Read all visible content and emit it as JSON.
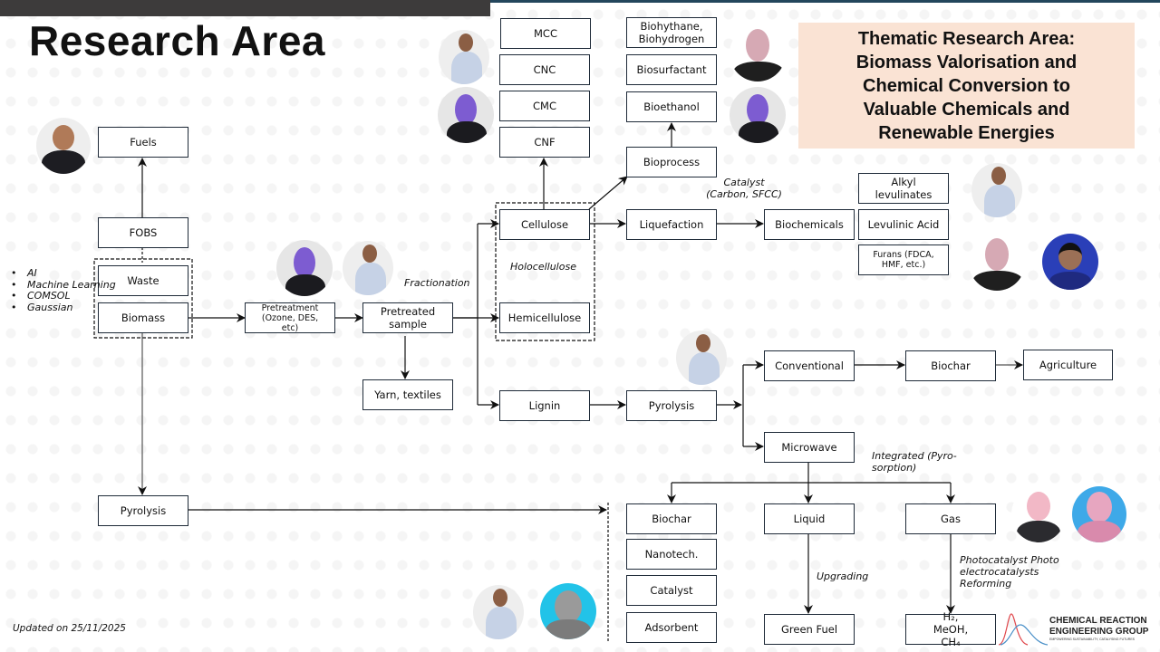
{
  "page": {
    "title": "Research Area",
    "theme": "Thematic Research Area: Biomass Valorisation and Chemical Conversion to Valuable Chemicals and Renewable Energies",
    "updated": "Updated on 25/11/2025"
  },
  "tools": [
    "AI",
    "Machine Learning",
    "COMSOL",
    "Gaussian"
  ],
  "nodes": {
    "fuels": "Fuels",
    "fobs": "FOBS",
    "waste": "Waste",
    "biomass": "Biomass",
    "pretreatment": "Pretreatment (Ozone, DES, etc)",
    "pretreated_sample": "Pretreated sample",
    "yarn": "Yarn, textiles",
    "pyrolysis_left": "Pyrolysis",
    "cellulose": "Cellulose",
    "hemicellulose": "Hemicellulose",
    "lignin": "Lignin",
    "mcc": "MCC",
    "cnc": "CNC",
    "cmc": "CMC",
    "cnf": "CNF",
    "biohythane": "Biohythane, Biohydrogen",
    "biosurfactant": "Biosurfactant",
    "bioethanol": "Bioethanol",
    "bioprocess": "Bioprocess",
    "liquefaction": "Liquefaction",
    "biochemicals": "Biochemicals",
    "alkyl": "Alkyl levulinates",
    "levulinic": "Levulinic Acid",
    "furans": "Furans (FDCA, HMF, etc.)",
    "pyrolysis_mid": "Pyrolysis",
    "conventional": "Conventional",
    "biochar_top": "Biochar",
    "agriculture": "Agriculture",
    "microwave": "Microwave",
    "biochar_bottom": "Biochar",
    "nanotech": "Nanotech.",
    "catalyst": "Catalyst",
    "adsorbent": "Adsorbent",
    "liquid": "Liquid",
    "green_fuel": "Green Fuel",
    "gas": "Gas",
    "h2": "H₂, MeOH, CH₄"
  },
  "labels": {
    "fractionation": "Fractionation",
    "holocellulose": "Holocellulose",
    "catalyst_note": "Catalyst (Carbon, SFCC)",
    "integrated": "Integrated (Pyro-sorption)",
    "upgrading": "Upgrading",
    "photo": "Photocatalyst Photo electrocatalysts Reforming"
  },
  "logo": {
    "name": "CHEMICAL REACTION ENGINEERING GROUP",
    "tagline": "EMPOWERING SUSTAINABILITY, CATALYSING FUTURES"
  },
  "colors": {
    "theme_bg": "#fae3d4",
    "header_dark": "#3d3b3b",
    "header_accent": "#23465c",
    "box_border": "#1e2a38"
  }
}
